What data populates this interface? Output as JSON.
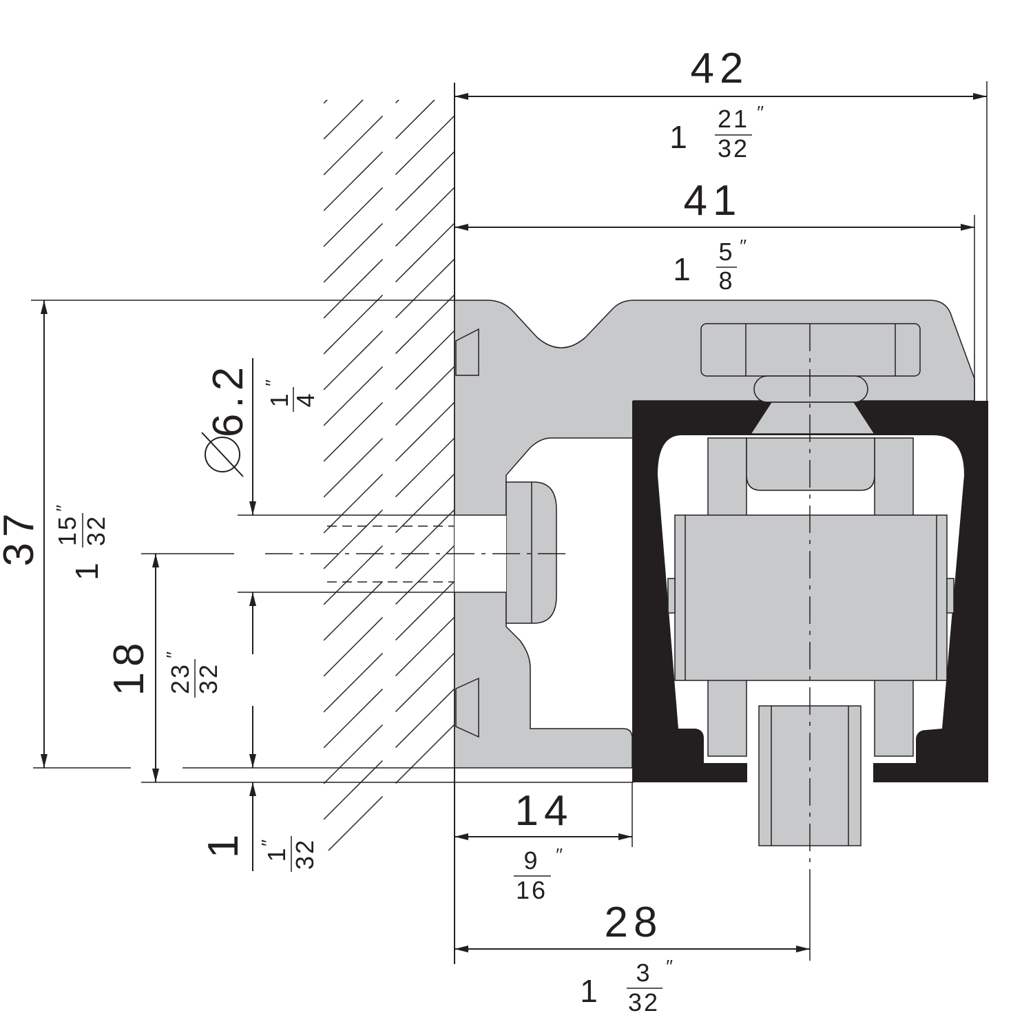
{
  "dimensions": {
    "width_overall": {
      "mm": "42",
      "inch_whole": "1",
      "inch_num": "21",
      "inch_den": "32",
      "inch_mark": "′′"
    },
    "width_profile": {
      "mm": "41",
      "inch_whole": "1",
      "inch_num": "5",
      "inch_den": "8",
      "inch_mark": "′′"
    },
    "height_overall": {
      "mm": "37",
      "inch_whole": "1",
      "inch_num": "15",
      "inch_den": "32",
      "inch_mark": "′′"
    },
    "hole_diameter": {
      "mm": "6.2",
      "symbol": "∅",
      "inch_num": "1",
      "inch_den": "4",
      "inch_mark": "′′"
    },
    "hole_height": {
      "mm": "18",
      "inch_num": "23",
      "inch_den": "32",
      "inch_mark": "′′"
    },
    "bottom_gap": {
      "mm": "1",
      "inch_num": "1",
      "inch_den": "32",
      "inch_mark": "′′"
    },
    "rail_offset": {
      "mm": "14",
      "inch_num": "9",
      "inch_den": "16",
      "inch_mark": "′′"
    },
    "center_distance": {
      "mm": "28",
      "inch_whole": "1",
      "inch_num": "3",
      "inch_den": "32",
      "inch_mark": "′′"
    }
  }
}
